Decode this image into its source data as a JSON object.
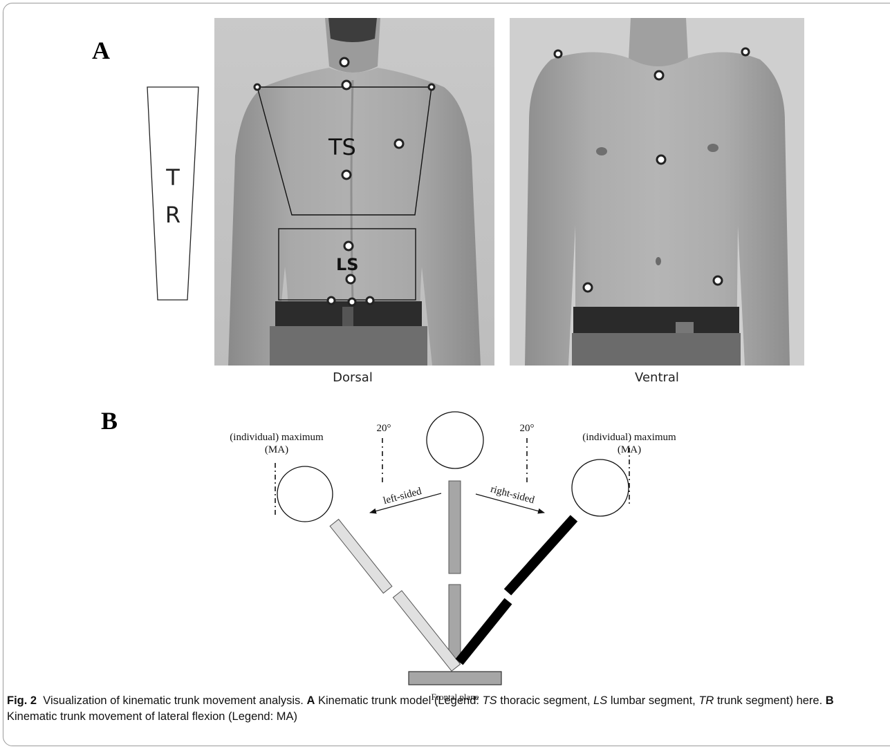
{
  "panel_a": {
    "letter": "A",
    "trunk_bar_letters": [
      "T",
      "R"
    ],
    "dorsal_segment_labels": {
      "thoracic": "TS",
      "lumbar": "LS"
    },
    "views": [
      "Dorsal",
      "Ventral"
    ]
  },
  "panel_b": {
    "letter": "B",
    "left_max_label": [
      "(individual) maximum",
      "(MA)"
    ],
    "right_max_label": [
      "(individual) maximum",
      "(MA)"
    ],
    "left_angle": "20°",
    "right_angle": "20°",
    "left_arrow_label": "left-sided",
    "right_arrow_label": "right-sided",
    "base_label": "Frontal plane",
    "colors": {
      "left_segment": "#e0e0e0",
      "center_segment": "#a6a6a6",
      "right_segment": "#000000"
    }
  },
  "caption": {
    "fig": "Fig. 2",
    "intro": "Visualization of kinematic trunk movement analysis.",
    "a_letter": "A",
    "a_text_1": "Kinematic trunk model (Legend:",
    "ts": "TS",
    "ts_desc": "thoracic segment,",
    "ls": "LS",
    "ls_desc": "lumbar segment,",
    "tr": "TR",
    "tr_desc": "trunk segment) here.",
    "b_letter": "B",
    "b_text": "Kinematic trunk movement of lateral flexion (Legend: MA)"
  }
}
